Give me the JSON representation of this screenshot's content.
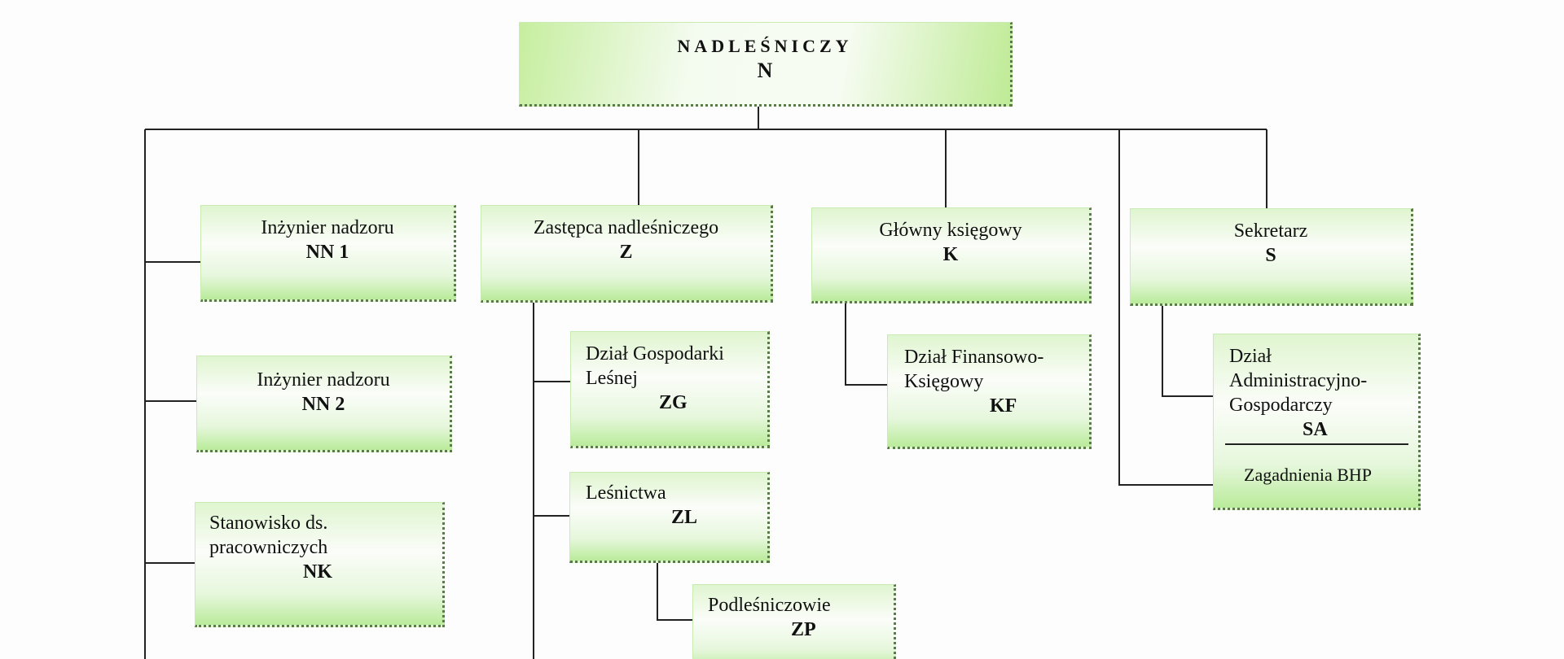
{
  "root": {
    "title": "Nadleśniczy",
    "title_display": "NADLEŚNICZY",
    "code": "N"
  },
  "units": {
    "nn1": {
      "title": "Inżynier nadzoru",
      "code": "NN 1"
    },
    "nn2": {
      "title": "Inżynier nadzoru",
      "code": "NN 2"
    },
    "nk": {
      "title_1": "Stanowisko ds.",
      "title_2": "pracowniczych",
      "code": "NK"
    },
    "z": {
      "title": "Zastępca nadleśniczego",
      "code": "Z"
    },
    "zg": {
      "title_1": "Dział Gospodarki",
      "title_2": "Leśnej",
      "code": "ZG"
    },
    "zl": {
      "title": "Leśnictwa",
      "code": "ZL"
    },
    "zp": {
      "title": "Podleśniczowie",
      "code": "ZP"
    },
    "k": {
      "title": "Główny księgowy",
      "code": "K"
    },
    "kf": {
      "title_1": "Dział Finansowo-",
      "title_2": "Księgowy",
      "code": "KF"
    },
    "s": {
      "title": "Sekretarz",
      "code": "S"
    },
    "sa": {
      "title_1": "Dział",
      "title_2": "Administracyjno-",
      "title_3": "Gospodarczy",
      "code": "SA",
      "sub": "Zagadnienia BHP"
    }
  }
}
